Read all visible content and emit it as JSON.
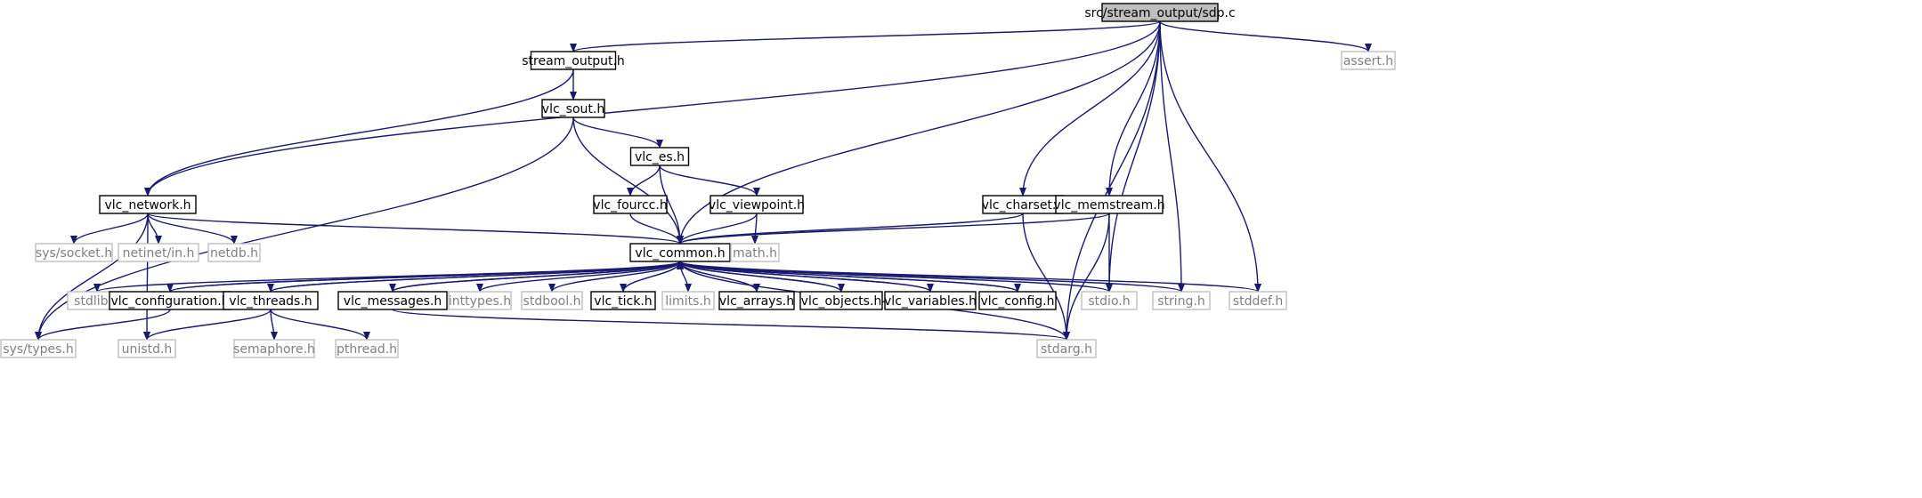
{
  "graph": {
    "edge_color": "#191970",
    "nodes": [
      {
        "id": "sdp",
        "label": "src/stream_output/sdp.c",
        "style": "root"
      },
      {
        "id": "stream_output",
        "label": "stream_output.h",
        "style": "normal"
      },
      {
        "id": "assert",
        "label": "assert.h",
        "style": "grey"
      },
      {
        "id": "vlc_sout",
        "label": "vlc_sout.h",
        "style": "normal"
      },
      {
        "id": "vlc_es",
        "label": "vlc_es.h",
        "style": "normal"
      },
      {
        "id": "vlc_network",
        "label": "vlc_network.h",
        "style": "normal"
      },
      {
        "id": "vlc_fourcc",
        "label": "vlc_fourcc.h",
        "style": "normal"
      },
      {
        "id": "vlc_viewpoint",
        "label": "vlc_viewpoint.h",
        "style": "normal"
      },
      {
        "id": "vlc_charset",
        "label": "vlc_charset.h",
        "style": "normal"
      },
      {
        "id": "vlc_memstream",
        "label": "vlc_memstream.h",
        "style": "normal"
      },
      {
        "id": "sys_socket",
        "label": "sys/socket.h",
        "style": "grey"
      },
      {
        "id": "netinet_in",
        "label": "netinet/in.h",
        "style": "grey"
      },
      {
        "id": "netdb",
        "label": "netdb.h",
        "style": "grey"
      },
      {
        "id": "vlc_common",
        "label": "vlc_common.h",
        "style": "normal"
      },
      {
        "id": "math",
        "label": "math.h",
        "style": "grey"
      },
      {
        "id": "stdlib",
        "label": "stdlib.h",
        "style": "grey"
      },
      {
        "id": "vlc_configuration",
        "label": "vlc_configuration.h",
        "style": "normal"
      },
      {
        "id": "vlc_threads",
        "label": "vlc_threads.h",
        "style": "normal"
      },
      {
        "id": "vlc_messages",
        "label": "vlc_messages.h",
        "style": "normal"
      },
      {
        "id": "inttypes",
        "label": "inttypes.h",
        "style": "grey"
      },
      {
        "id": "stdbool",
        "label": "stdbool.h",
        "style": "grey"
      },
      {
        "id": "vlc_tick",
        "label": "vlc_tick.h",
        "style": "normal"
      },
      {
        "id": "limits",
        "label": "limits.h",
        "style": "grey"
      },
      {
        "id": "vlc_arrays",
        "label": "vlc_arrays.h",
        "style": "normal"
      },
      {
        "id": "vlc_objects",
        "label": "vlc_objects.h",
        "style": "normal"
      },
      {
        "id": "vlc_variables",
        "label": "vlc_variables.h",
        "style": "normal"
      },
      {
        "id": "vlc_config",
        "label": "vlc_config.h",
        "style": "normal"
      },
      {
        "id": "stdio",
        "label": "stdio.h",
        "style": "grey"
      },
      {
        "id": "string",
        "label": "string.h",
        "style": "grey"
      },
      {
        "id": "stddef",
        "label": "stddef.h",
        "style": "grey"
      },
      {
        "id": "sys_types",
        "label": "sys/types.h",
        "style": "grey"
      },
      {
        "id": "unistd",
        "label": "unistd.h",
        "style": "grey"
      },
      {
        "id": "semaphore",
        "label": "semaphore.h",
        "style": "grey"
      },
      {
        "id": "pthread",
        "label": "pthread.h",
        "style": "grey"
      },
      {
        "id": "stdarg",
        "label": "stdarg.h",
        "style": "grey"
      }
    ],
    "edges": [
      [
        "sdp",
        "stream_output"
      ],
      [
        "sdp",
        "assert"
      ],
      [
        "sdp",
        "vlc_network"
      ],
      [
        "sdp",
        "vlc_common"
      ],
      [
        "sdp",
        "vlc_charset"
      ],
      [
        "sdp",
        "vlc_memstream"
      ],
      [
        "sdp",
        "stdio"
      ],
      [
        "sdp",
        "string"
      ],
      [
        "sdp",
        "stddef"
      ],
      [
        "sdp",
        "stdarg"
      ],
      [
        "stream_output",
        "vlc_sout"
      ],
      [
        "stream_output",
        "vlc_network"
      ],
      [
        "vlc_sout",
        "vlc_es"
      ],
      [
        "vlc_sout",
        "vlc_common"
      ],
      [
        "vlc_sout",
        "sys_types"
      ],
      [
        "vlc_es",
        "vlc_fourcc"
      ],
      [
        "vlc_es",
        "vlc_viewpoint"
      ],
      [
        "vlc_es",
        "vlc_common"
      ],
      [
        "vlc_fourcc",
        "vlc_common"
      ],
      [
        "vlc_viewpoint",
        "vlc_common"
      ],
      [
        "vlc_viewpoint",
        "math"
      ],
      [
        "vlc_network",
        "sys_socket"
      ],
      [
        "vlc_network",
        "netinet_in"
      ],
      [
        "vlc_network",
        "netdb"
      ],
      [
        "vlc_network",
        "vlc_common"
      ],
      [
        "vlc_network",
        "sys_types"
      ],
      [
        "vlc_network",
        "unistd"
      ],
      [
        "vlc_charset",
        "vlc_common"
      ],
      [
        "vlc_charset",
        "stdarg"
      ],
      [
        "vlc_memstream",
        "vlc_common"
      ],
      [
        "vlc_memstream",
        "stdio"
      ],
      [
        "vlc_memstream",
        "stdarg"
      ],
      [
        "vlc_common",
        "stdlib"
      ],
      [
        "vlc_common",
        "vlc_configuration"
      ],
      [
        "vlc_common",
        "vlc_threads"
      ],
      [
        "vlc_common",
        "vlc_messages"
      ],
      [
        "vlc_common",
        "inttypes"
      ],
      [
        "vlc_common",
        "stdbool"
      ],
      [
        "vlc_common",
        "vlc_tick"
      ],
      [
        "vlc_common",
        "limits"
      ],
      [
        "vlc_common",
        "vlc_arrays"
      ],
      [
        "vlc_common",
        "vlc_objects"
      ],
      [
        "vlc_common",
        "vlc_variables"
      ],
      [
        "vlc_common",
        "vlc_config"
      ],
      [
        "vlc_common",
        "stdio"
      ],
      [
        "vlc_common",
        "string"
      ],
      [
        "vlc_common",
        "stddef"
      ],
      [
        "vlc_common",
        "stdarg"
      ],
      [
        "vlc_configuration",
        "vlc_common"
      ],
      [
        "vlc_configuration",
        "sys_types"
      ],
      [
        "vlc_threads",
        "vlc_common"
      ],
      [
        "vlc_threads",
        "unistd"
      ],
      [
        "vlc_threads",
        "semaphore"
      ],
      [
        "vlc_threads",
        "pthread"
      ],
      [
        "vlc_messages",
        "vlc_common"
      ],
      [
        "vlc_messages",
        "stdarg"
      ],
      [
        "vlc_tick",
        "vlc_common"
      ],
      [
        "vlc_arrays",
        "vlc_common"
      ],
      [
        "vlc_objects",
        "vlc_common"
      ],
      [
        "vlc_variables",
        "vlc_common"
      ],
      [
        "vlc_config",
        "vlc_common"
      ]
    ]
  }
}
